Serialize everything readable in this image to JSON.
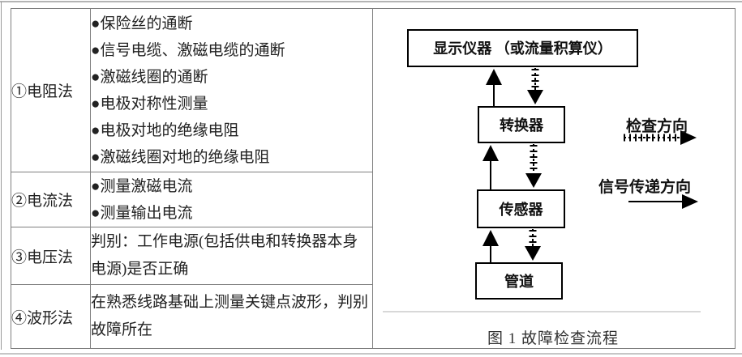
{
  "page": {
    "background": "#ffffff",
    "table_border_color": "#7f7f7f",
    "text_color": "#222222",
    "diagram_line_color": "#000000"
  },
  "table": {
    "rows": [
      {
        "method": "①电阻法",
        "lines": [
          "●保险丝的通断",
          "●信号电缆、激磁电缆的通断",
          "●激磁线圈的通断",
          "●电极对称性测量",
          "●电极对地的绝缘电阻",
          "●激磁线圈对地的绝缘电阻"
        ]
      },
      {
        "method": "②电流法",
        "lines": [
          "●测量激磁电流",
          "●测量输出电流"
        ]
      },
      {
        "method": "③电压法",
        "text": "判别：工作电源(包括供电和转换器本身电源)是否正确"
      },
      {
        "method": "④波形法",
        "text": "在熟悉线路基础上测量关键点波形，判别故障所在"
      }
    ]
  },
  "figure": {
    "boxes": {
      "display": "显示仪器 （或流量积算仪）",
      "converter": "转换器",
      "sensor": "传感器",
      "pipe": "管道"
    },
    "legend": {
      "check_direction": "检查方向",
      "signal_direction": "信号传递方向"
    },
    "caption": "图 1  故障检查流程"
  }
}
